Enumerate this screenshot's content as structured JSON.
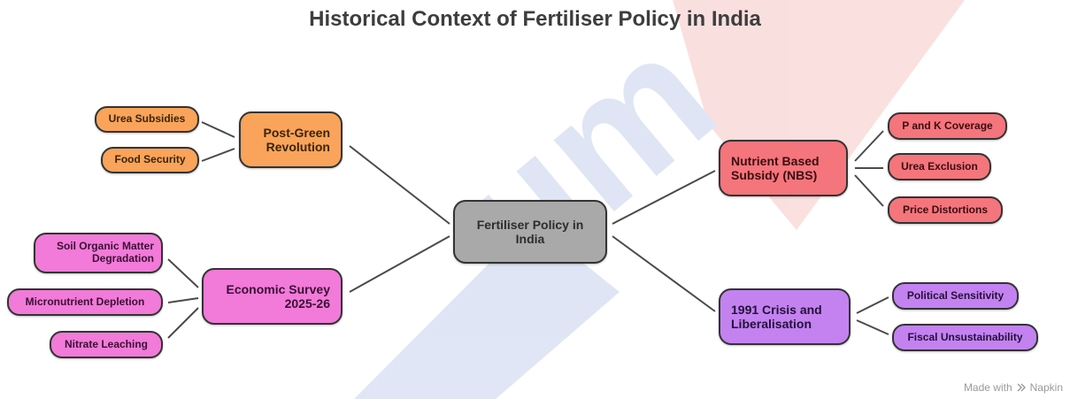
{
  "title": "Historical Context of Fertiliser Policy in India",
  "center": {
    "label": "Fertiliser Policy in India"
  },
  "branches": [
    {
      "label": "Post-Green Revolution",
      "color": "#f9a45a",
      "children": [
        "Urea Subsidies",
        "Food Security"
      ]
    },
    {
      "label": "Economic Survey 2025-26",
      "color": "#f27ad9",
      "children": [
        "Soil Organic Matter Degradation",
        "Micronutrient Depletion",
        "Nitrate Leaching"
      ]
    },
    {
      "label": "Nutrient Based Subsidy (NBS)",
      "color": "#f5757c",
      "children": [
        "P and K Coverage",
        "Urea Exclusion",
        "Price Distortions"
      ]
    },
    {
      "label": "1991 Crisis and Liberalisation",
      "color": "#c382f0",
      "children": [
        "Political Sensitivity",
        "Fiscal Unsustainability"
      ]
    }
  ],
  "footer": {
    "text": "Made with",
    "brand": "Napkin",
    "icon": "napkin-logo-icon"
  }
}
